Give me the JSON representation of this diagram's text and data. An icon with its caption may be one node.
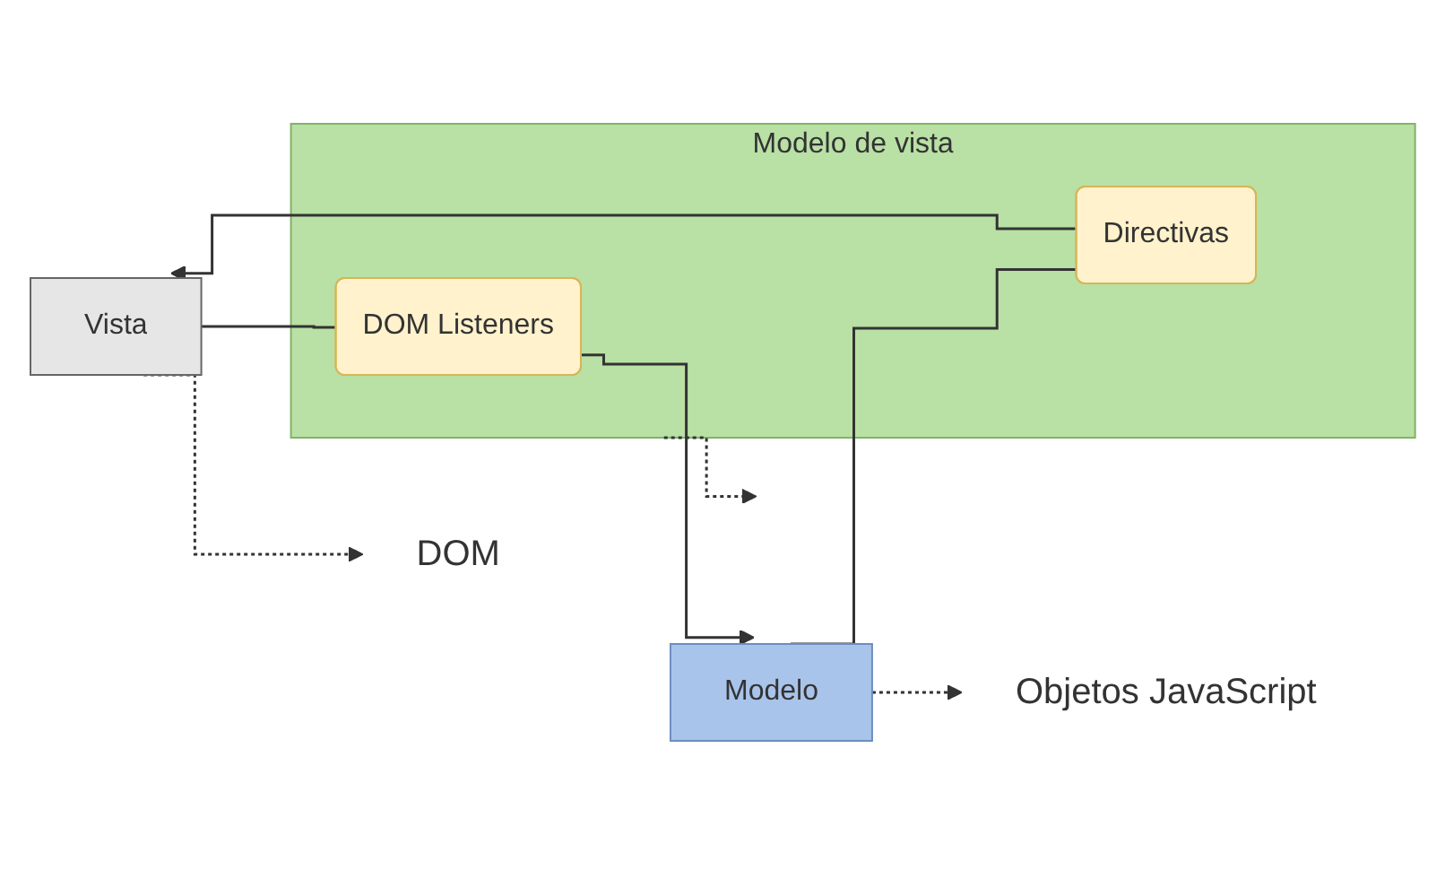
{
  "diagram": {
    "nodes": [
      {
        "text": [
          "Vista"
        ]
      },
      {
        "text": [
          "Modelo de vista"
        ]
      },
      {
        "text": [
          "DOM Listeners"
        ],
        "in": 1
      },
      {
        "text": [
          "Directivas"
        ],
        "in": 1
      },
      {
        "text": [
          "Modelo"
        ]
      },
      {
        "text": [
          "DOM"
        ]
      },
      {
        "text": [
          "Objetos JavaScript"
        ]
      }
    ],
    "edges": [
      {
        "from": 0,
        "to": 2,
        "arrow": "none"
      },
      {
        "from": 2,
        "to": 4,
        "arrow": "to"
      },
      {
        "from": 4,
        "to": 3,
        "arrow": "none"
      },
      {
        "from": 3,
        "to": 0,
        "arrow": "to"
      },
      {
        "from": 0,
        "to": 5,
        "arrow": "to",
        "style": "dashed"
      },
      {
        "from": 1,
        "to": null,
        "arrow": "to",
        "style": "dashed"
      },
      {
        "from": 4,
        "to": 6,
        "arrow": "to",
        "style": "dashed"
      }
    ]
  }
}
